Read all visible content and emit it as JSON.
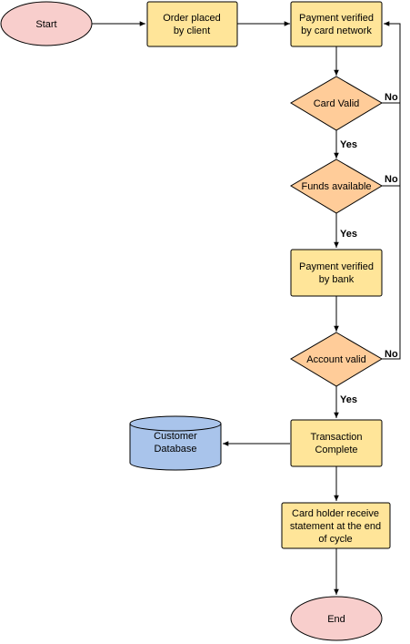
{
  "diagram": {
    "nodes": {
      "start": {
        "label": [
          "Start"
        ],
        "fill": "#f8cecc",
        "stroke": "#000000"
      },
      "order": {
        "label": [
          "Order placed",
          "by client"
        ],
        "fill": "#ffe599",
        "stroke": "#000000"
      },
      "verify_network": {
        "label": [
          "Payment verified",
          "by card network"
        ],
        "fill": "#ffe599",
        "stroke": "#000000"
      },
      "card_valid": {
        "label": [
          "Card Valid"
        ],
        "fill": "#ffcc99",
        "stroke": "#000000"
      },
      "funds": {
        "label": [
          "Funds available"
        ],
        "fill": "#ffcc99",
        "stroke": "#000000"
      },
      "verify_bank": {
        "label": [
          "Payment verified",
          "by bank"
        ],
        "fill": "#ffe599",
        "stroke": "#000000"
      },
      "account_valid": {
        "label": [
          "Account valid"
        ],
        "fill": "#ffcc99",
        "stroke": "#000000"
      },
      "complete": {
        "label": [
          "Transaction",
          "Complete"
        ],
        "fill": "#ffe599",
        "stroke": "#000000"
      },
      "database": {
        "label": [
          "Customer",
          "Database"
        ],
        "fill": "#a9c4eb",
        "stroke": "#000000"
      },
      "statement": {
        "label": [
          "Card holder receive",
          "statement at the end",
          "of cycle"
        ],
        "fill": "#ffe599",
        "stroke": "#000000"
      },
      "end": {
        "label": [
          "End"
        ],
        "fill": "#f8cecc",
        "stroke": "#000000"
      }
    },
    "edge_labels": {
      "card_valid_no": "No",
      "card_valid_yes": "Yes",
      "funds_no": "No",
      "funds_yes": "Yes",
      "account_no": "No",
      "account_yes": "Yes"
    }
  }
}
